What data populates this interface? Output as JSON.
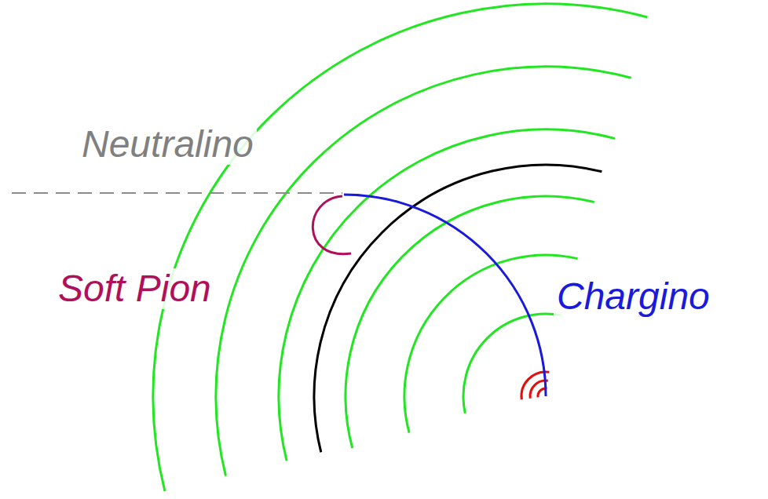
{
  "diagram": {
    "labels": [
      "Neutralino",
      "Soft Pion",
      "Chargino"
    ]
  }
}
